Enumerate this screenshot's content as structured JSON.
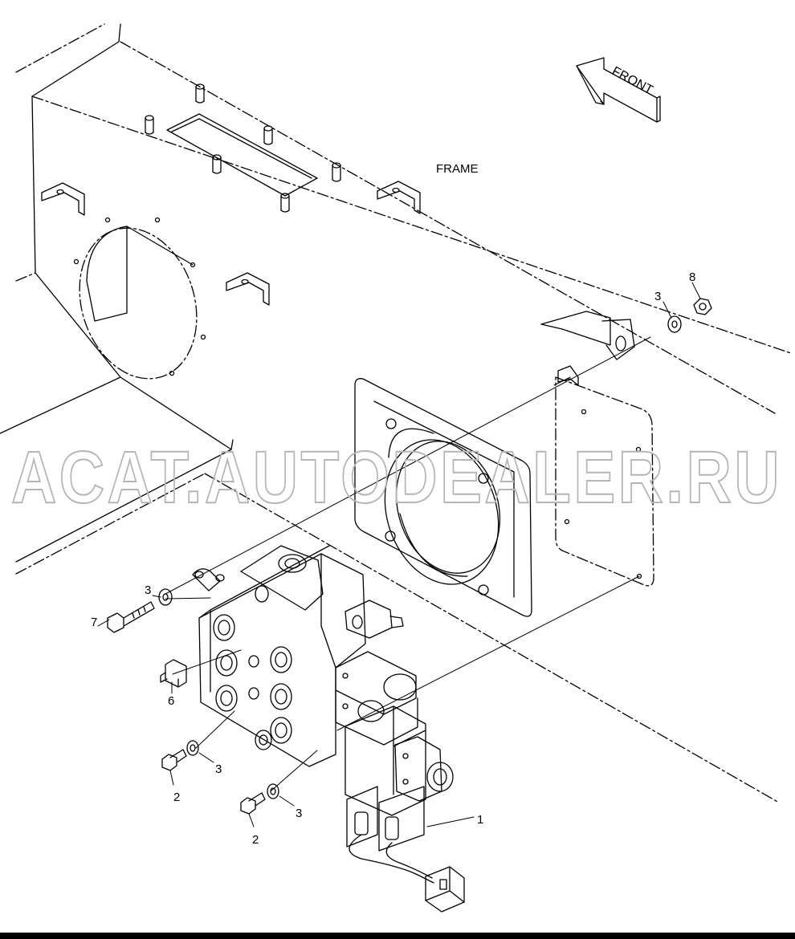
{
  "frame_label": "FRAME",
  "front_label": "FRONT",
  "watermark": "ACAT.AUTODEALER.RU",
  "callouts": [
    {
      "id": "c8",
      "text": "8"
    },
    {
      "id": "c3a",
      "text": "3"
    },
    {
      "id": "c3b",
      "text": "3"
    },
    {
      "id": "c7",
      "text": "7"
    },
    {
      "id": "c6",
      "text": "6"
    },
    {
      "id": "c3c",
      "text": "3"
    },
    {
      "id": "c2a",
      "text": "2"
    },
    {
      "id": "c3d",
      "text": "3"
    },
    {
      "id": "c2b",
      "text": "2"
    },
    {
      "id": "c1",
      "text": "1"
    }
  ]
}
